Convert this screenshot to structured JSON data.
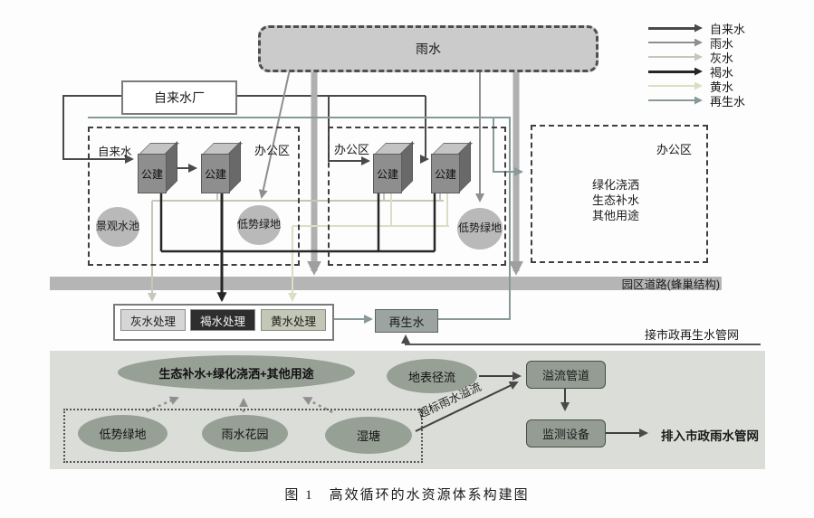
{
  "figure": {
    "caption": "图 1　高效循环的水资源体系构建图"
  },
  "legend": {
    "items": [
      {
        "label": "自来水",
        "color": "#4a4a4a"
      },
      {
        "label": "雨水",
        "color": "#8f8f8f"
      },
      {
        "label": "灰水",
        "color": "#c4c8bb"
      },
      {
        "label": "褐水",
        "color": "#262626"
      },
      {
        "label": "黄水",
        "color": "#dbdec3"
      },
      {
        "label": "再生水",
        "color": "#879a99"
      }
    ]
  },
  "top": {
    "rain_source": "雨水",
    "water_plant": "自来水厂"
  },
  "offices": [
    {
      "label": "办公区",
      "tap_water": "自来水",
      "buildings": [
        "公建",
        "公建"
      ],
      "landscape_pool": "景观水池",
      "low_green": "低势绿地"
    },
    {
      "label": "办公区",
      "buildings": [
        "公建",
        "公建"
      ],
      "low_green": "低势绿地"
    },
    {
      "label": "办公区",
      "uses": [
        "绿化浇洒",
        "生态补水",
        "其他用途"
      ]
    }
  ],
  "road": {
    "label": "园区道路(蜂巢结构)"
  },
  "treatment": {
    "gray": "灰水处理",
    "brown": "褐水处理",
    "yellow": "黄水处理",
    "reclaimed": "再生水",
    "municipal_reclaimed": "接市政再生水管网"
  },
  "lid": {
    "combined_use": "生态补水+绿化浇洒+其他用途",
    "facilities": [
      "低势绿地",
      "雨水花园",
      "湿塘"
    ],
    "surface_runoff": "地表径流",
    "overflow_label": "超标雨水溢流",
    "overflow_pipe": "溢流管道",
    "monitor": "监测设备",
    "municipal_rain": "排入市政雨水管网"
  },
  "colors": {
    "rain_fill": "#cbcbcb",
    "road_fill": "#b5b5b5",
    "panel_fill": "#dbddd8",
    "pool_fill": "#b9b9b9",
    "lid_ellipse_fill": "#97a095",
    "lid_box_fill": "#949c94",
    "gray_box_fill": "#d6d6d6",
    "brown_box_fill": "#2e2e2e",
    "brown_box_text": "#f2f2f2",
    "yellow_box_fill": "#c3c7b5",
    "reclaimed_box_fill": "#9ba4a1",
    "rain_bar": "#b0b0b0"
  }
}
